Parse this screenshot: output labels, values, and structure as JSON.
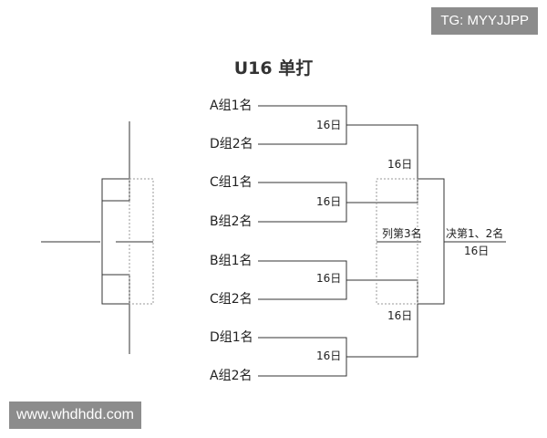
{
  "title": "U16 单打",
  "watermarks": {
    "top": "TG: MYYJJPP",
    "bottom": "www.whdhdd.com"
  },
  "entrants": [
    "A组1名",
    "D组2名",
    "C组1名",
    "B组2名",
    "B组1名",
    "C组2名",
    "D组1名",
    "A组2名"
  ],
  "round1_dates": [
    "16日",
    "16日",
    "16日",
    "16日"
  ],
  "semifinal_dates": [
    "16日",
    "16日"
  ],
  "third_place_label": "列第3名",
  "final": {
    "label": "决第1、2名",
    "date": "16日"
  },
  "colors": {
    "line": "#333333",
    "dotted": "#999999",
    "watermark_bg": "#8c8c8c"
  }
}
